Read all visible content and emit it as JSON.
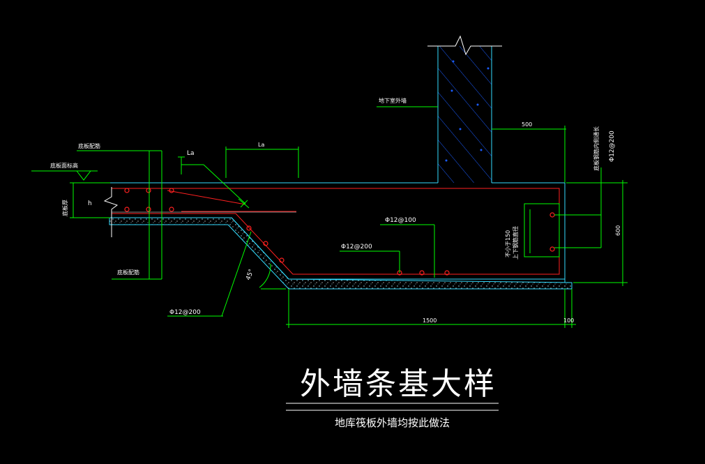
{
  "title": "外墙条基大样",
  "subtitle": "地库筏板外墙均按此做法",
  "labels": {
    "basement_wall": "地下室外墙",
    "slab_rebar_top": "底板配筋",
    "slab_top_elev": "底板面标高",
    "slab_thickness": "底板厚",
    "h": "h",
    "slab_rebar_bottom": "底板配筋",
    "la_left": "La",
    "la_right": "La",
    "rebar_200_left": "Φ12@200",
    "rebar_200_mid": "Φ12@200",
    "rebar_100": "Φ12@100",
    "rebar_200_right": "Φ12@200",
    "right_vertical": "底板钢筋内侧通长",
    "stirrup_1": "上下钢筋直径",
    "stirrup_2": "不小于150",
    "angle": "45°",
    "dim_500": "500",
    "dim_600": "600",
    "dim_1500": "1500",
    "dim_100": "100"
  },
  "colors": {
    "background": "#000000",
    "dimension": "#00ff00",
    "outline": "#33ddff",
    "rebar": "#ff2020",
    "wall_hatch": "#1a5cff",
    "text": "#ffffff"
  }
}
